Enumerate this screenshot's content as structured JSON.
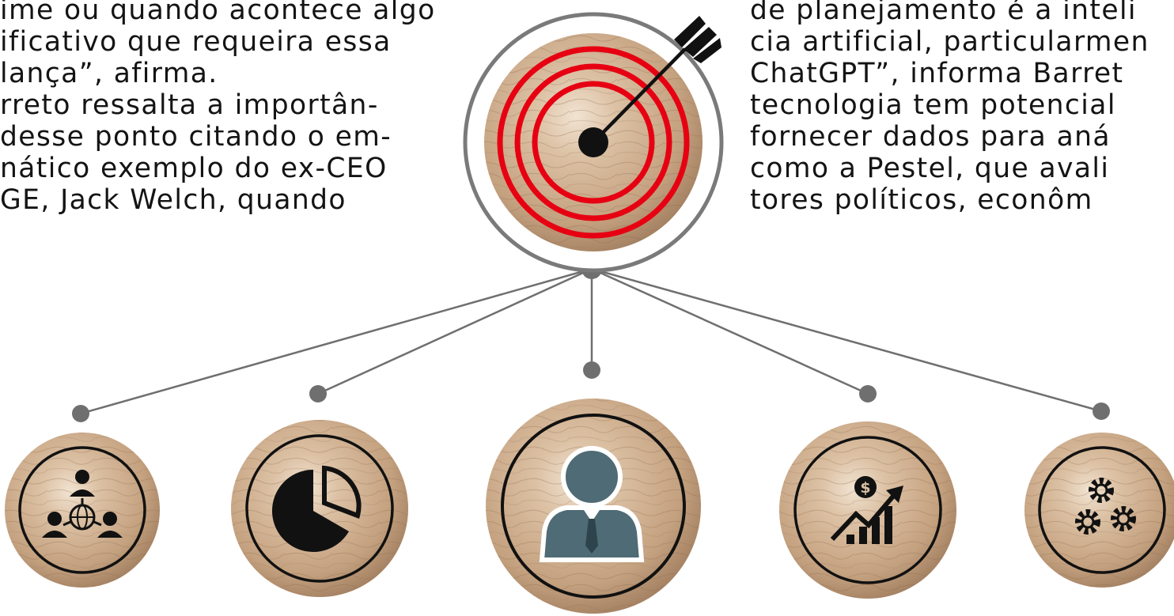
{
  "article": {
    "left_column": [
      "ime ou quando acontece algo",
      "ificativo que requeira essa",
      "lança”, afirma.",
      "rreto ressalta a importân-",
      "desse ponto citando o em-",
      "nático exemplo do ex-CEO",
      "GE, Jack Welch, quando"
    ],
    "right_column": [
      "de planejamento é a inteli",
      "cia artificial, particularmen",
      "ChatGPT”, informa Barret",
      "tecnologia tem potencial",
      "fornecer dados para aná",
      "como a Pestel, que avali",
      "tores políticos, econôm"
    ]
  },
  "infographic": {
    "center_icon": "target-dart-icon",
    "target_ring_color": "#e60012",
    "connector_color": "#6f6f6f",
    "person_color": "#4f6b76",
    "wood_color": "#c9a889",
    "nodes": [
      {
        "icon": "network-people-globe-icon"
      },
      {
        "icon": "pie-chart-icon"
      },
      {
        "icon": "businessman-icon"
      },
      {
        "icon": "growth-dollar-chart-icon"
      },
      {
        "icon": "gears-icon"
      }
    ]
  }
}
